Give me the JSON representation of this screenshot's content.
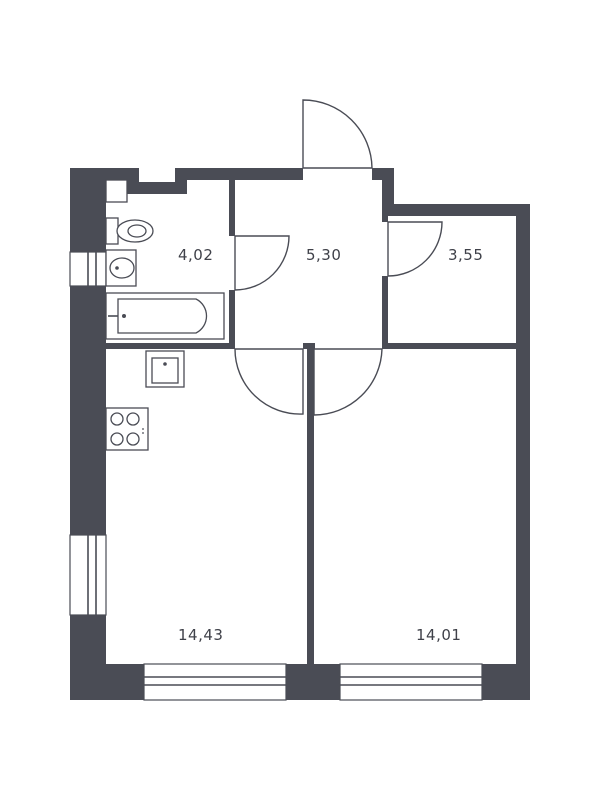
{
  "rooms": [
    {
      "id": "bathroom",
      "area": "4,02"
    },
    {
      "id": "hallway",
      "area": "5,30"
    },
    {
      "id": "storage",
      "area": "3,55"
    },
    {
      "id": "kitchen-living",
      "area": "14,43"
    },
    {
      "id": "bedroom",
      "area": "14,01"
    }
  ],
  "colors": {
    "wall": "#4a4c55",
    "background": "#ffffff"
  }
}
